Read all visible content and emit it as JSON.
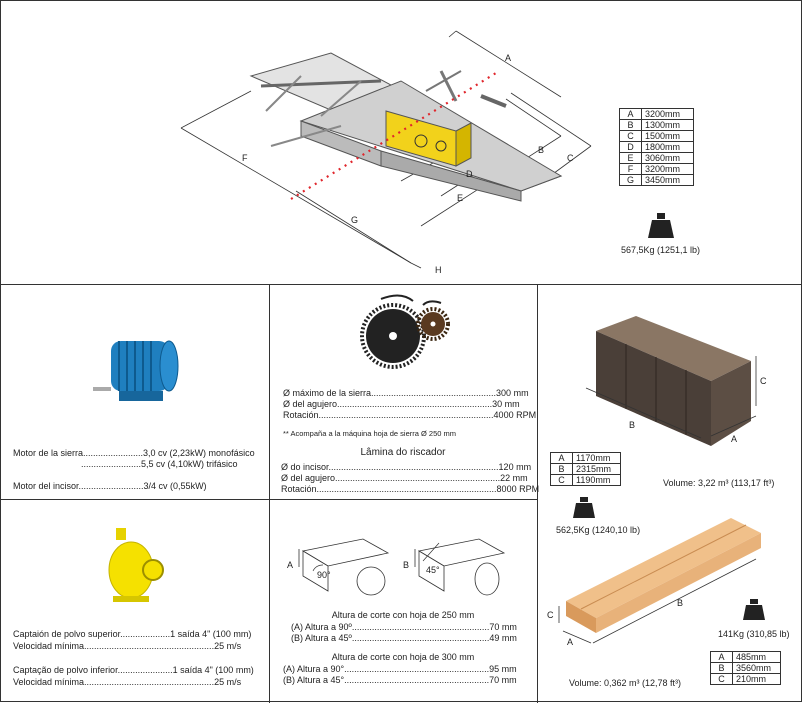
{
  "machine": {
    "dim_letters": [
      "A",
      "B",
      "C",
      "D",
      "E",
      "F",
      "G",
      "H"
    ],
    "dims": [
      {
        "k": "A",
        "v": "3200mm"
      },
      {
        "k": "B",
        "v": "1300mm"
      },
      {
        "k": "C",
        "v": "1500mm"
      },
      {
        "k": "D",
        "v": "1800mm"
      },
      {
        "k": "E",
        "v": "3060mm"
      },
      {
        "k": "F",
        "v": "3200mm"
      },
      {
        "k": "G",
        "v": "3450mm"
      }
    ],
    "weight": "567,5Kg (1251,1 lb)"
  },
  "motor": {
    "line1": "Motor de la sierra........................3,0 cv (2,23kW) monofásico",
    "line2": "........................5,5 cv (4,10kW) trifásico",
    "line3": "Motor del incisor..........................3/4 cv (0,55kW)"
  },
  "saw": {
    "line1": "Ø máximo de la sierra..................................................300 mm",
    "line2": "Ø del agujero..............................................................30 mm",
    "line3": "Rotación......................................................................4000 RPM",
    "note": "** Acompaña a la máquina hoja de sierra Ø 250 mm",
    "scorer_title": "Lâmina do riscador",
    "line4": "Ø do incisor....................................................................120 mm",
    "line5": "Ø del agujero..................................................................22 mm",
    "line6": "Rotación........................................................................8000 RPM"
  },
  "crate1": {
    "letters": [
      "A",
      "B",
      "C"
    ],
    "dims": [
      {
        "k": "A",
        "v": "1170mm"
      },
      {
        "k": "B",
        "v": "2315mm"
      },
      {
        "k": "C",
        "v": "1190mm"
      }
    ],
    "volume": "Volume: 3,22 m³ (113,17 ft³)",
    "weight": "562,5Kg (1240,10 lb)"
  },
  "crate2": {
    "letters": [
      "A",
      "B",
      "C"
    ],
    "dims": [
      {
        "k": "A",
        "v": "485mm"
      },
      {
        "k": "B",
        "v": "3560mm"
      },
      {
        "k": "C",
        "v": "210mm"
      }
    ],
    "volume": "Volume: 0,362 m³ (12,78 ft³)",
    "weight": "141Kg (310,85 lb)"
  },
  "dust": {
    "line1": "Captaión de polvo superior....................1 saída 4\" (100 mm)",
    "line2": "Velocidad mínima....................................................25 m/s",
    "line3": "Captação de polvo inferior......................1 saída 4\" (100 mm)",
    "line4": "Velocidad mínima....................................................25 m/s"
  },
  "cut": {
    "angle90": "90°",
    "angle45": "45°",
    "label_a": "A",
    "label_b": "B",
    "title250": "Altura de corte con hoja  de 250 mm",
    "l1": "(A) Altura a 90º.......................................................70 mm",
    "l2": "(B) Altura a 45º.......................................................49 mm",
    "title300": "Altura de corte con hoja  de 300 mm",
    "l3": "(A) Altura a 90°..........................................................95 mm",
    "l4": "(B) Altura a 45°..........................................................70 mm"
  },
  "colors": {
    "machine_yellow": "#f2d21b",
    "motor_blue": "#1f7fbf",
    "pump_yellow": "#f5e100",
    "crate_dark": "#4a3f38",
    "wood": "#e8b27a"
  }
}
